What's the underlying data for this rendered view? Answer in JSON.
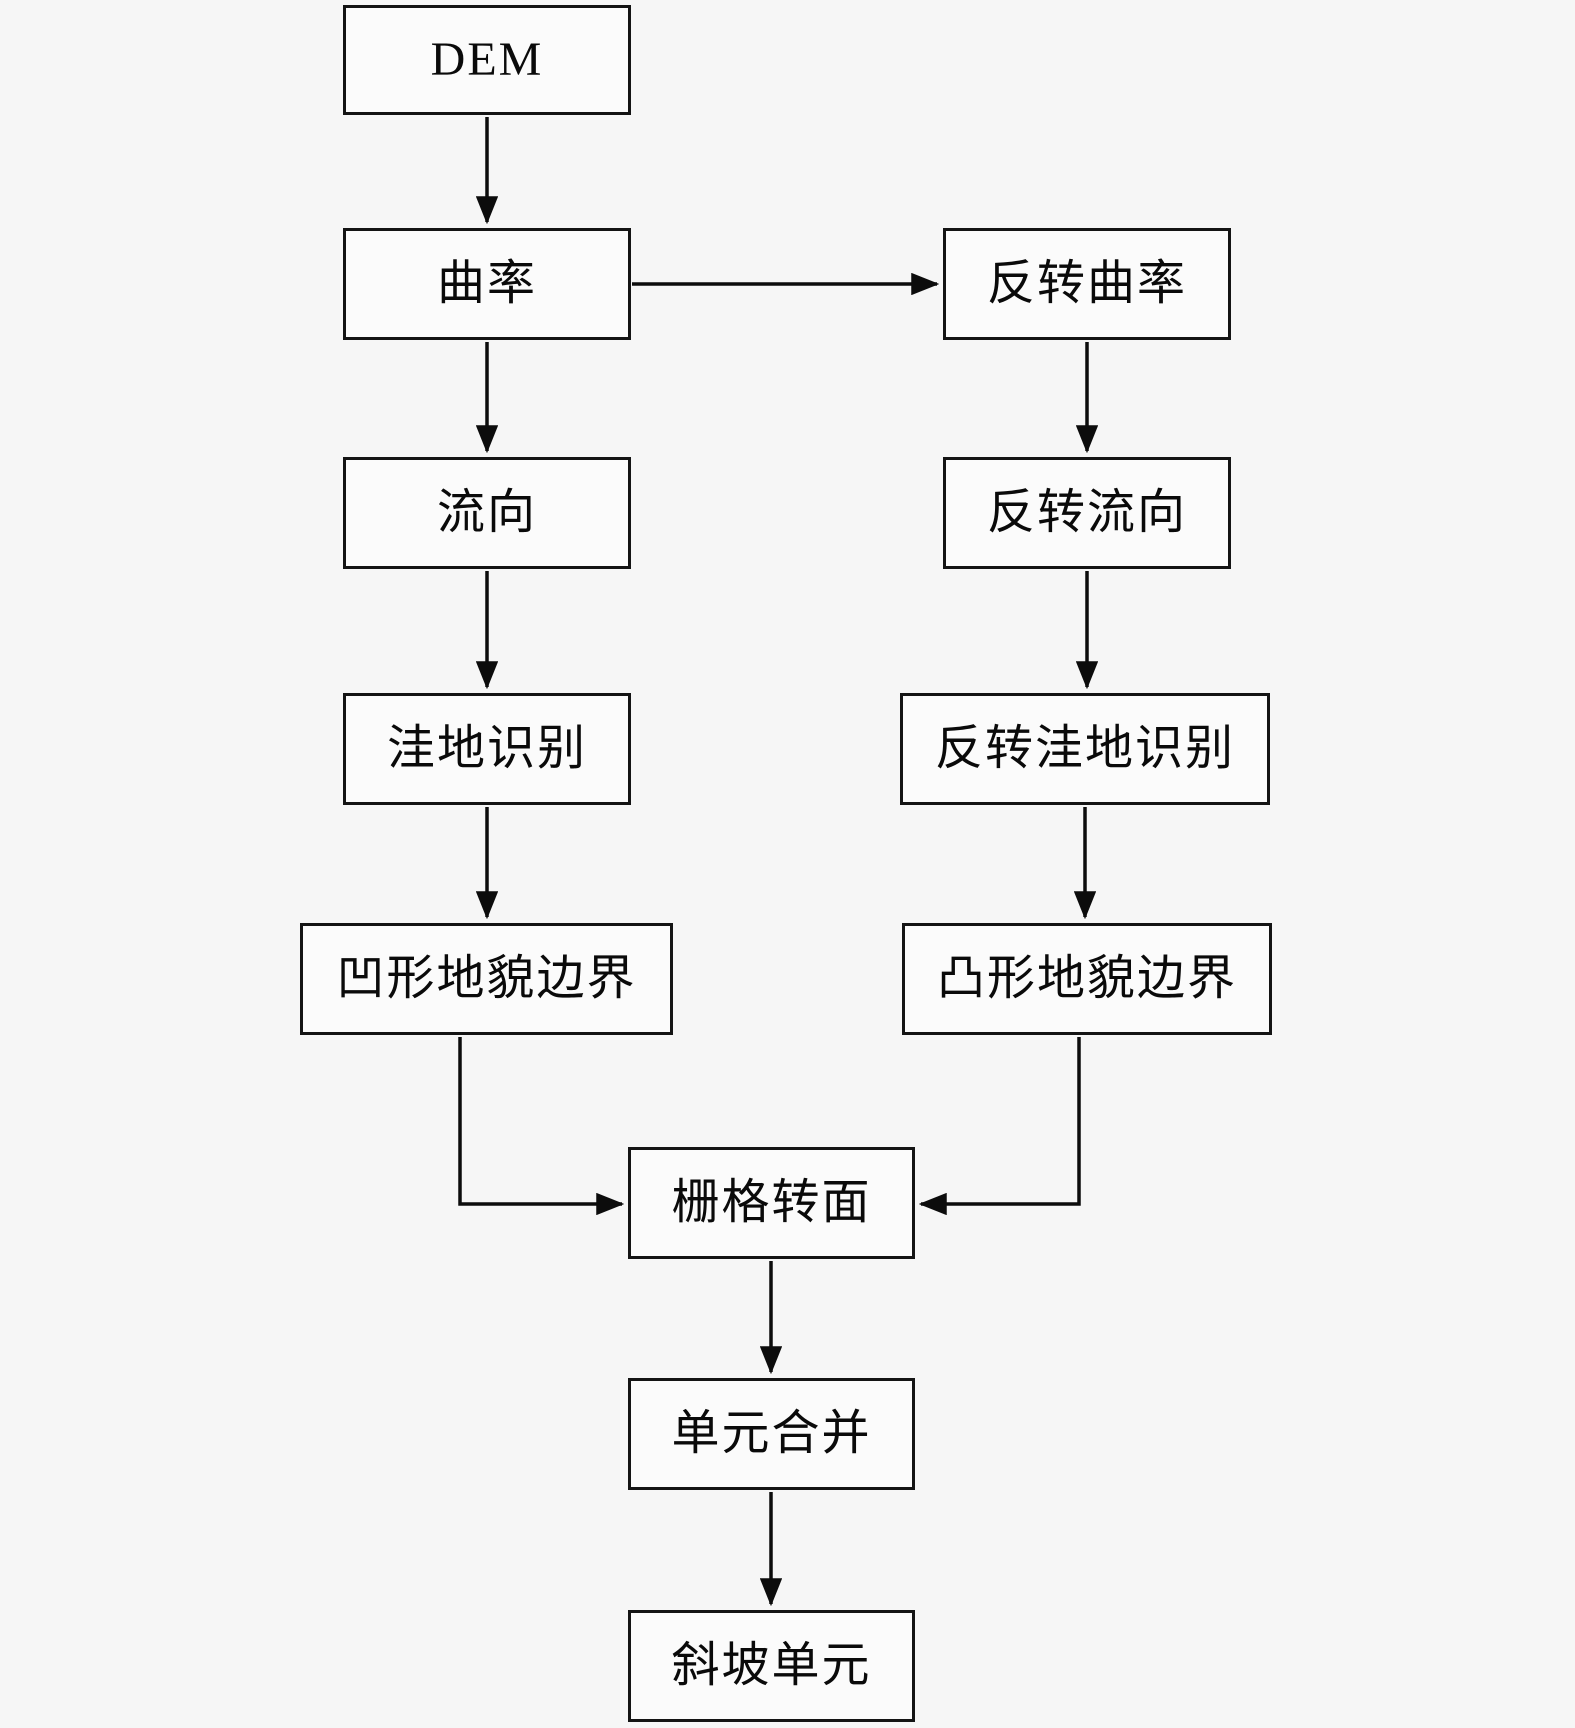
{
  "diagram": {
    "type": "flowchart",
    "background_color": "#f6f6f6",
    "box_fill_color": "#fbfbfb",
    "line_color": "#0c0c0c",
    "text_color": "#0a0a0a",
    "nodes": {
      "dem": {
        "label": "DEM"
      },
      "curvature": {
        "label": "曲率"
      },
      "inverted_curvature": {
        "label": "反转曲率"
      },
      "flow_direction": {
        "label": "流向"
      },
      "inverted_flow_direction": {
        "label": "反转流向"
      },
      "sink_identification": {
        "label": "洼地识别"
      },
      "inverted_sink_identification": {
        "label": "反转洼地识别"
      },
      "concave_landform_boundary": {
        "label": "凹形地貌边界"
      },
      "convex_landform_boundary": {
        "label": "凸形地貌边界"
      },
      "raster_to_polygon": {
        "label": "栅格转面"
      },
      "unit_merge": {
        "label": "单元合并"
      },
      "slope_unit": {
        "label": "斜坡单元"
      }
    },
    "edges": [
      {
        "from": "DEM",
        "to": "曲率"
      },
      {
        "from": "曲率",
        "to": "反转曲率"
      },
      {
        "from": "曲率",
        "to": "流向"
      },
      {
        "from": "反转曲率",
        "to": "反转流向"
      },
      {
        "from": "流向",
        "to": "洼地识别"
      },
      {
        "from": "反转流向",
        "to": "反转洼地识别"
      },
      {
        "from": "洼地识别",
        "to": "凹形地貌边界"
      },
      {
        "from": "反转洼地识别",
        "to": "凸形地貌边界"
      },
      {
        "from": "凹形地貌边界",
        "to": "栅格转面"
      },
      {
        "from": "凸形地貌边界",
        "to": "栅格转面"
      },
      {
        "from": "栅格转面",
        "to": "单元合并"
      },
      {
        "from": "单元合并",
        "to": "斜坡单元"
      }
    ]
  }
}
